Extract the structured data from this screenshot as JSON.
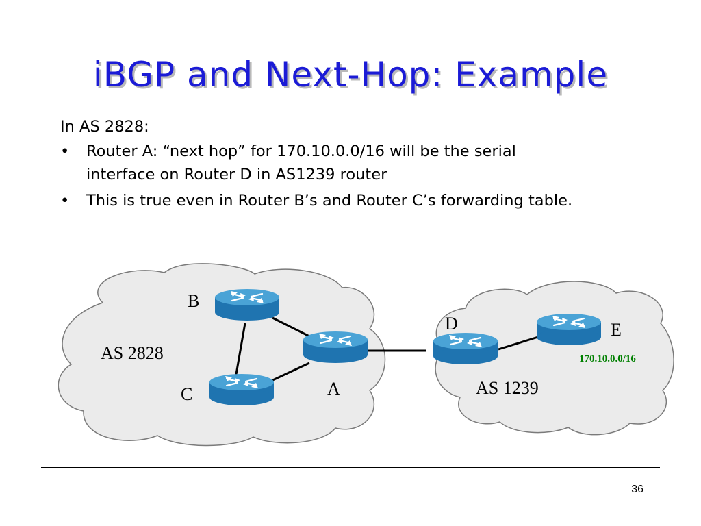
{
  "slide": {
    "title": "iBGP and Next-Hop: Example",
    "intro": "In AS 2828:",
    "bullet_char": "•",
    "bullets": [
      "Router A: “next hop” for 170.10.0.0/16 will be the serial interface on Router D in AS1239 router",
      "This is true even in Router B’s and Router C’s forwarding table."
    ],
    "page_number": "36"
  },
  "diagram": {
    "clouds": {
      "left_label": "AS 2828",
      "right_label": "AS 1239"
    },
    "routers": {
      "a": "A",
      "b": "B",
      "c": "C",
      "d": "D",
      "e": "E"
    },
    "prefix_label": "170.10.0.0/16",
    "colors": {
      "title": "#1b1bd6",
      "cloud_fill": "#ebebeb",
      "cloud_stroke": "#7a7a7a",
      "router_top": "#4aa3d6",
      "router_side": "#1f74b0",
      "prefix_text": "#008000"
    },
    "icon": "router-icon"
  }
}
